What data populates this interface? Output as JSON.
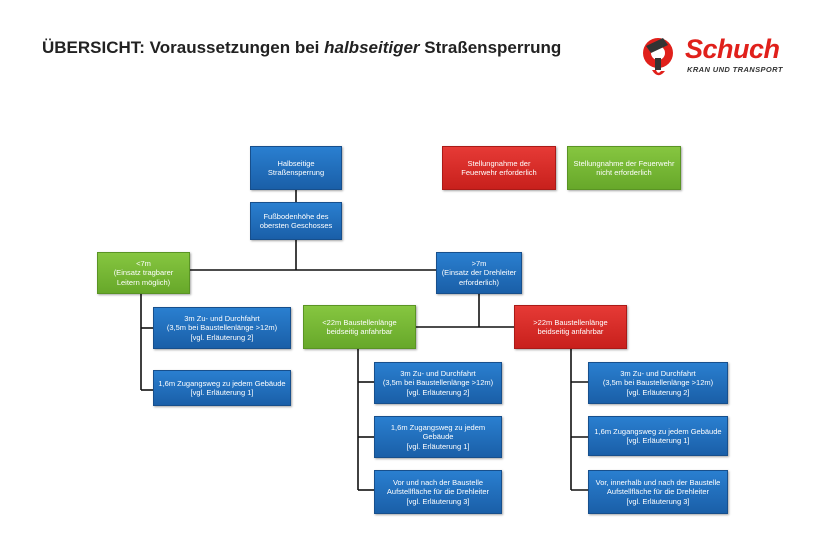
{
  "title": {
    "prefix": "ÜBERSICHT: Voraussetzungen bei ",
    "emph": "halbseitiger",
    "suffix": " Straßensperrung"
  },
  "logo": {
    "word": "Schuch",
    "sub": "KRAN UND TRANSPORT",
    "colors": {
      "brand": "#e0201b",
      "dark": "#333333"
    }
  },
  "colors": {
    "blue": "#1f6fbf",
    "green": "#76b735",
    "red": "#d42b27"
  },
  "legend": {
    "red": "Stellungnahme der Feuerwehr erforderlich",
    "green_l1": "Stellungnahme der Feuerwehr",
    "green_l2": "nicht  erforderlich"
  },
  "nodes": {
    "root": {
      "l1": "Halbseitige",
      "l2": "Straßensperrung"
    },
    "height": {
      "l1": "Fußbodenhöhe des",
      "l2": "obersten Geschosses"
    },
    "lt7": {
      "l1": "<7m",
      "l2": "(Einsatz tragbarer",
      "l3": "Leitern möglich)"
    },
    "gt7": {
      "l1": ">7m",
      "l2": "(Einsatz der Drehleiter",
      "l3": "erforderlich)"
    },
    "lt22": {
      "l1": "<22m Baustellenlänge",
      "l2": "beidseitig anfahrbar"
    },
    "gt22": {
      "l1": ">22m Baustellenlänge",
      "l2": "beidseitig anfahrbar"
    },
    "a1": {
      "l1": "3m Zu- und Durchfahrt",
      "l2": "(3,5m bei Baustellenlänge >12m)",
      "l3": "[vgl. Erläuterung 2]"
    },
    "a2": {
      "l1": "1,6m Zugangsweg zu jedem Gebäude",
      "l2": "[vgl. Erläuterung 1]"
    },
    "b1": {
      "l1": "3m Zu- und Durchfahrt",
      "l2": "(3,5m bei Baustellenlänge >12m)",
      "l3": "[vgl. Erläuterung 2]"
    },
    "b2": {
      "l1": "1,6m Zugangsweg zu jedem",
      "l2": "Gebäude",
      "l3": "[vgl. Erläuterung 1]"
    },
    "b3": {
      "l1": "Vor und nach der Baustelle",
      "l2": "Aufstellfläche für die Drehleiter",
      "l3": "[vgl. Erläuterung 3]"
    },
    "c1": {
      "l1": "3m Zu- und Durchfahrt",
      "l2": "(3,5m bei Baustellenlänge >12m)",
      "l3": "[vgl. Erläuterung 2]"
    },
    "c2": {
      "l1": "1,6m Zugangsweg zu jedem Gebäude",
      "l2": "[vgl. Erläuterung 1]"
    },
    "c3": {
      "l1": "Vor, innerhalb und nach der Baustelle",
      "l2": "Aufstellfläche für die Drehleiter",
      "l3": "[vgl. Erläuterung 3]"
    }
  }
}
